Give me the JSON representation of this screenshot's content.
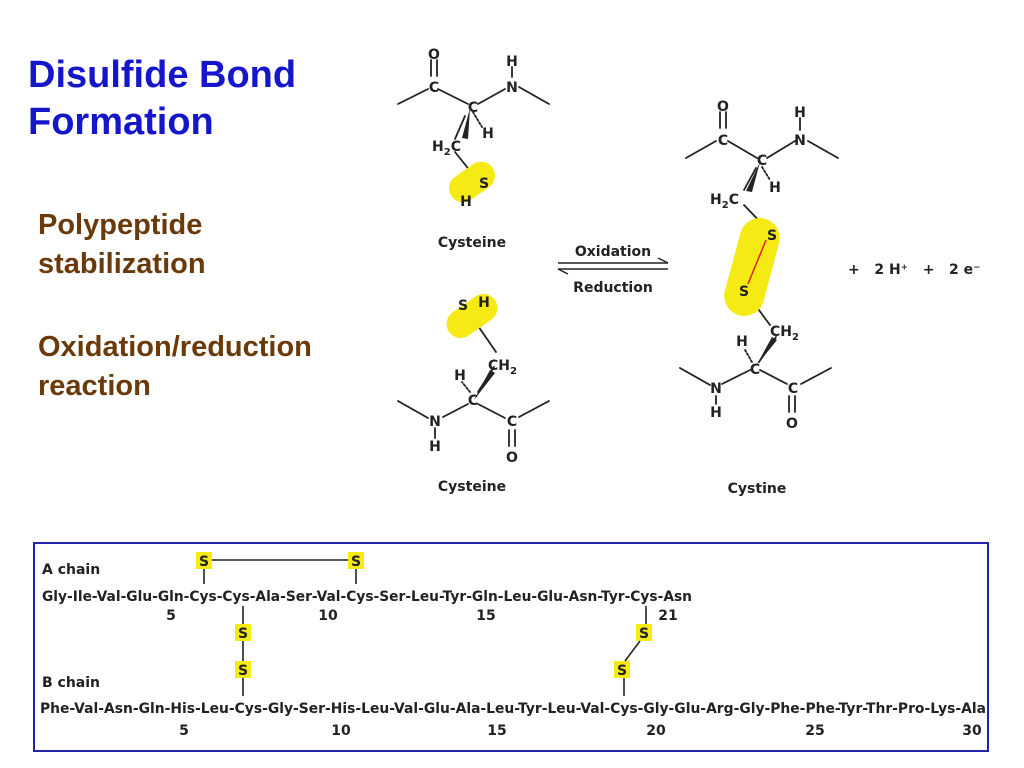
{
  "slide": {
    "title_lines": [
      "Disulfide Bond",
      "Formation"
    ],
    "points": [
      {
        "lines": [
          "Polypeptide",
          "stabilization"
        ]
      },
      {
        "lines": [
          "Oxidation/reduction",
          "reaction"
        ]
      }
    ]
  },
  "reaction": {
    "cysteine_label": "Cysteine",
    "cystine_label": "Cystine",
    "forward_label": "Oxidation",
    "reverse_label": "Reduction",
    "products": "+   2 H⁺   +   2 e⁻",
    "highlight_color": "#f5ea14",
    "bond_color": "#e02020"
  },
  "sequence": {
    "a_chain": {
      "label": "A chain",
      "sequence": "Gly-Ile-Val-Glu-Gln-Cys-Cys-Ala-Ser-Val-Cys-Ser-Leu-Tyr-Gln-Leu-Glu-Asn-Tyr-Cys-Asn",
      "numbers": [
        "5",
        "10",
        "15",
        "21"
      ]
    },
    "b_chain": {
      "label": "B chain",
      "sequence": "Phe-Val-Asn-Gln-His-Leu-Cys-Gly-Ser-His-Leu-Val-Glu-Ala-Leu-Tyr-Leu-Val-Cys-Gly-Glu-Arg-Gly-Phe-Phe-Tyr-Thr-Pro-Lys-Ala",
      "numbers": [
        "5",
        "10",
        "15",
        "20",
        "25",
        "30"
      ]
    },
    "sulfur_symbol": "S"
  }
}
